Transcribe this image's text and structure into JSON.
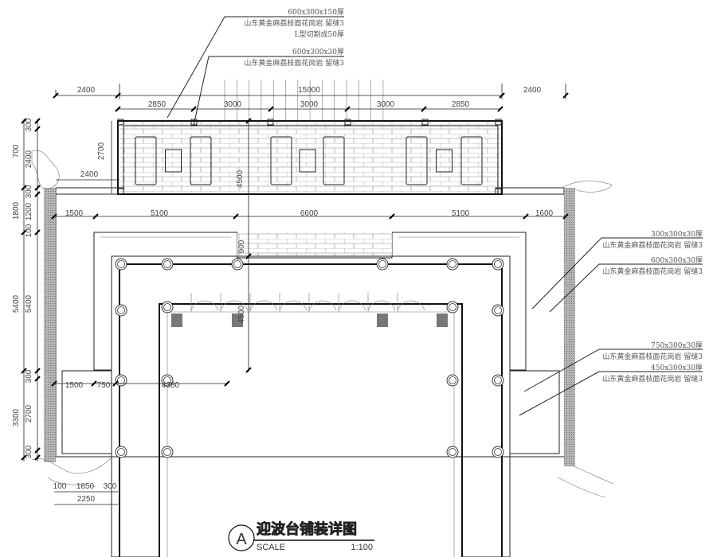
{
  "title": {
    "circle_label": "A",
    "name": "迎波台铺装详图",
    "scale_label": "SCALE",
    "scale_value": "1:100"
  },
  "notes": {
    "top": [
      {
        "size": "600x300x150厚",
        "material": "山东黄金麻荔枝面花岗岩  留缝3",
        "extra": "L型切割成50厚"
      },
      {
        "size": "600x300x30厚",
        "material": "山东黄金麻荔枝面花岗岩  留缝3"
      }
    ],
    "right": [
      {
        "size": "300x300x30厚",
        "material": "山东黄金麻荔枝面花岗岩  留缝3"
      },
      {
        "size": "600x300x30厚",
        "material": "山东黄金麻荔枝面花岗岩  留缝3"
      },
      {
        "size": "750x300x30厚",
        "material": "山东黄金麻荔枝面花岗岩  留缝3"
      },
      {
        "size": "450x300x30厚",
        "material": "山东黄金麻荔枝面花岗岩  留缝3"
      }
    ]
  },
  "dims": {
    "top_row1": [
      "2400",
      "15000",
      "2400"
    ],
    "top_row2": [
      "2850",
      "3000",
      "3000",
      "3000",
      "2850"
    ],
    "left_outer": [
      "700",
      "1800",
      "5400",
      "3300"
    ],
    "left_inner": [
      "300",
      "2400",
      "300",
      "1200",
      "100",
      "5400",
      "300",
      "2700",
      "300"
    ],
    "pavilion_height": "2700",
    "side_strip": "2400",
    "center_vertical": "4500",
    "mid_row": [
      "1500",
      "5100",
      "6600",
      "5100",
      "1600"
    ],
    "center_small": "900",
    "center_lower": "4500",
    "lower_row": [
      "1500",
      "750",
      "4380"
    ],
    "bottom_row": [
      "100",
      "1650",
      "300"
    ],
    "bottom_total": "2250"
  },
  "colors": {
    "line": "#222222",
    "stone": "#9a9a9a",
    "pier": "#777777"
  }
}
